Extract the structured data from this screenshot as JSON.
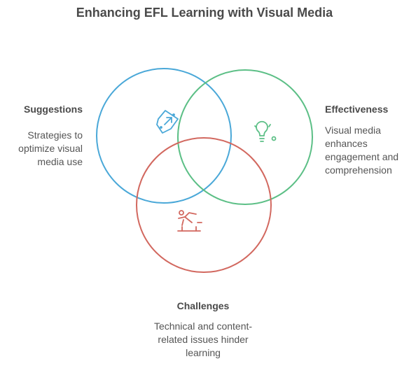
{
  "title": "Enhancing EFL Learning with Visual Media",
  "colors": {
    "suggestions": "#4aa8d8",
    "effectiveness": "#5cbf86",
    "challenges": "#d2685f",
    "text": "#4a4a4a"
  },
  "sets": [
    {
      "key": "suggestions",
      "label": "Suggestions",
      "description": "Strategies to optimize visual media use",
      "icon": "document-edit-icon"
    },
    {
      "key": "effectiveness",
      "label": "Effectiveness",
      "description": "Visual media enhances engagement and comprehension",
      "icon": "lightbulb-idea-icon"
    },
    {
      "key": "challenges",
      "label": "Challenges",
      "description": "Technical and content-related issues hinder learning",
      "icon": "hurdle-jumper-icon"
    }
  ]
}
